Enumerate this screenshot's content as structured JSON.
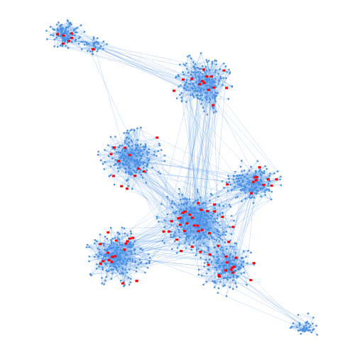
{
  "graph": {
    "kind": "network",
    "node_color": "#4a90e2",
    "edge_color": "#5b9bea",
    "highlight_color": "#ff0000",
    "clusters": [
      {
        "id": "cluster-top-left",
        "node_count": 110,
        "highlighted_count": 6
      },
      {
        "id": "cluster-top-small",
        "node_count": 35,
        "highlighted_count": 2
      },
      {
        "id": "cluster-top-center",
        "node_count": 220,
        "highlighted_count": 14
      },
      {
        "id": "cluster-left-middle",
        "node_count": 230,
        "highlighted_count": 12
      },
      {
        "id": "cluster-right-middle",
        "node_count": 170,
        "highlighted_count": 12
      },
      {
        "id": "cluster-center",
        "node_count": 320,
        "highlighted_count": 30
      },
      {
        "id": "cluster-bottom-left",
        "node_count": 250,
        "highlighted_count": 18
      },
      {
        "id": "cluster-bottom-center",
        "node_count": 190,
        "highlighted_count": 16
      },
      {
        "id": "cluster-bottom-right",
        "node_count": 45,
        "highlighted_count": 0
      }
    ]
  }
}
